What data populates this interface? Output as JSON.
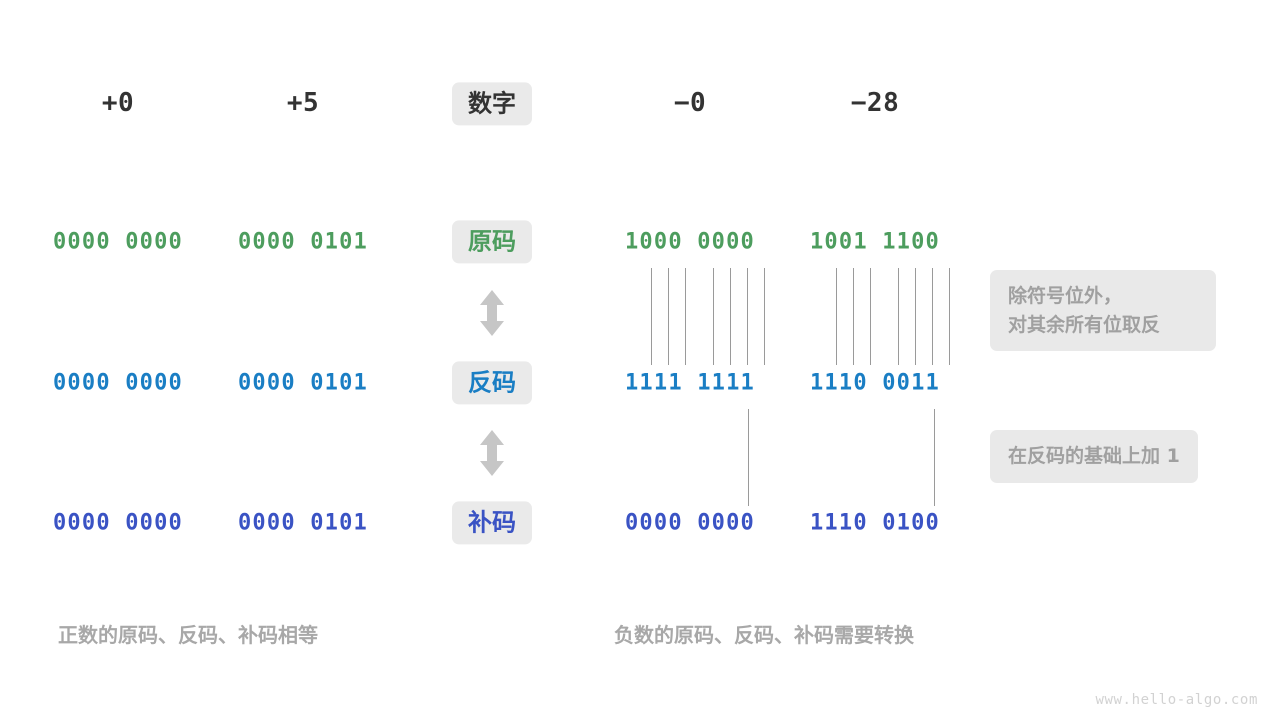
{
  "title": "整数的原码、反码与补码对照图",
  "colors": {
    "yuan_green": "#4d9d5e",
    "fan_blue": "#1a7ec4",
    "bu_indigo": "#3a53c4",
    "badge_bg": "#eaeaea",
    "note_bg": "#e9e9e9",
    "note_text": "#a0a0a0",
    "caption_text": "#a8a8a8",
    "line_gray": "#9a9a9a",
    "arrow_gray": "#c6c6c6",
    "header_text": "#333333",
    "background": "#ffffff"
  },
  "header": {
    "row_label": "数字",
    "columns": [
      {
        "key": "pos0",
        "label": "+0"
      },
      {
        "key": "pos5",
        "label": "+5"
      },
      {
        "key": "neg0",
        "label": "−0"
      },
      {
        "key": "neg28",
        "label": "−28"
      }
    ]
  },
  "rows": [
    {
      "key": "yuan",
      "label": "原码",
      "color": "#4d9d5e",
      "values": {
        "pos0": "0000 0000",
        "pos5": "0000 0101",
        "neg0": "1000 0000",
        "neg28": "1001 1100"
      }
    },
    {
      "key": "fan",
      "label": "反码",
      "color": "#1a7ec4",
      "values": {
        "pos0": "0000 0000",
        "pos5": "0000 0101",
        "neg0": "1111 1111",
        "neg28": "1110 0011"
      }
    },
    {
      "key": "bu",
      "label": "补码",
      "color": "#3a53c4",
      "values": {
        "pos0": "0000 0000",
        "pos5": "0000 0101",
        "neg0": "0000 0000",
        "neg28": "1110 0100"
      }
    }
  ],
  "notes": [
    {
      "key": "invert",
      "text": "除符号位外，\n对其余所有位取反"
    },
    {
      "key": "plus_one",
      "text": "在反码的基础上加 1"
    }
  ],
  "captions": [
    {
      "key": "positive",
      "text": "正数的原码、反码、补码相等"
    },
    {
      "key": "negative",
      "text": "负数的原码、反码、补码需要转换"
    }
  ],
  "arrows": [
    {
      "key": "yuan-to-fan",
      "icon": "double-arrow-vertical"
    },
    {
      "key": "fan-to-bu",
      "icon": "double-arrow-vertical"
    }
  ],
  "watermark": "www.hello-algo.com"
}
